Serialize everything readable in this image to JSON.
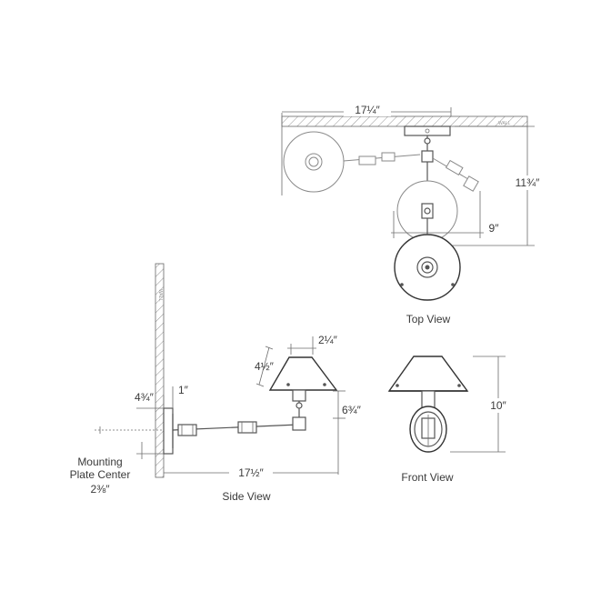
{
  "views": {
    "top": "Top View",
    "side": "Side View",
    "front": "Front View"
  },
  "wall_tag": "WALL",
  "top_dims": {
    "width": "17¼″",
    "depth": "11¾″",
    "offset": "9″"
  },
  "side_dims": {
    "shade_top": "2¼″",
    "shade_slope": "4½″",
    "backplate": "4¾″",
    "wall_gap": "1″",
    "shade_drop": "6¾″",
    "extension": "17½″"
  },
  "mounting": {
    "line1": "Mounting",
    "line2": "Plate Center",
    "value": "2⅜″"
  },
  "front_dims": {
    "height": "10″"
  }
}
